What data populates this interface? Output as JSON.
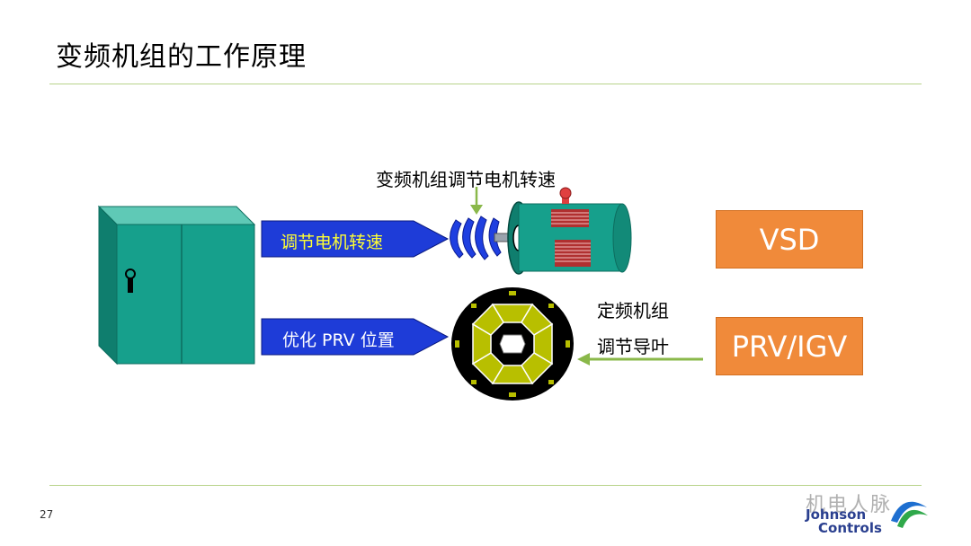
{
  "title": "变频机组的工作原理",
  "captions": {
    "vsd_motor": "变频机组调节电机转速",
    "fixed_line1": "定频机组",
    "fixed_line2": "调节导叶"
  },
  "arrows": {
    "speed": "调节电机转速",
    "prv": "优化 PRV 位置"
  },
  "boxes": {
    "vsd": "VSD",
    "prv_igv": "PRV/IGV"
  },
  "footer": {
    "page_number": "27",
    "watermark": "机电人脉",
    "logo_line1": "Johnson",
    "logo_line2": "Controls"
  },
  "colors": {
    "cabinet": "#16a08c",
    "arrow_fill": "#1e3cd8",
    "arrow_text_speed": "#ffff33",
    "arrow_text_prv": "#ffffff",
    "orange": "#f08a3a",
    "guide_vane": "#b8bf00",
    "divider": "#b8d38a"
  }
}
